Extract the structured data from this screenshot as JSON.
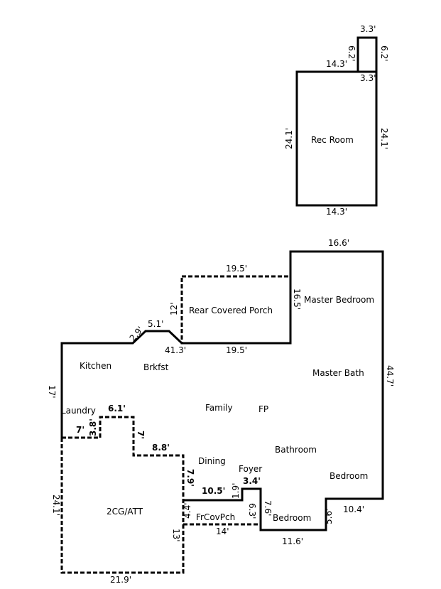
{
  "rooms": {
    "rec_room": "Rec Room",
    "rear_covered_porch": "Rear Covered Porch",
    "master_bedroom": "Master Bedroom",
    "kitchen": "Kitchen",
    "brkfst": "Brkfst",
    "master_bath": "Master Bath",
    "laundry": "Laundry",
    "family": "Family",
    "fp": "FP",
    "bathroom": "Bathroom",
    "dining": "Dining",
    "foyer": "Foyer",
    "bedroom_right": "Bedroom",
    "garage": "2CG/ATT",
    "front_covered_porch": "FrCovPch",
    "bedroom_front": "Bedroom"
  },
  "dimensions": {
    "rec_small_top": "3.3'",
    "rec_small_left": "6.2'",
    "rec_small_right": "6.2'",
    "rec_small_bottom": "3.3'",
    "rec_top": "14.3'",
    "rec_left": "24.1'",
    "rec_right": "24.1'",
    "rec_bottom": "14.3'",
    "master_top": "16.6'",
    "porch_top": "19.5'",
    "porch_left": "12'",
    "porch_right": "16.5'",
    "porch_bottom": "19.5'",
    "bay_side": "2.9'",
    "bay_top": "5.1'",
    "rear_wall": "41.3'",
    "right_wall": "44.7'",
    "left_wall": "17'",
    "laundry_ledge": "6.1'",
    "laundry_bottom": "7'",
    "laundry_step": "3.8'",
    "garage_step": "7'",
    "garage_ledge": "8.8'",
    "garage_left": "24.1'",
    "garage_right": "13'",
    "garage_bottom": "21.9'",
    "dining_side": "7.9'",
    "dining_bottom": "10.5'",
    "foyer_side": "1.9'",
    "foyer_top": "3.4'",
    "porch_front_left": "4.4'",
    "porch_front_right": "6.3'",
    "porch_front_bottom": "14'",
    "bedroom_left": "7.6'",
    "bedroom_bottom": "11.6'",
    "bedroom_right_step": "5.6'",
    "bedroom_ledge": "10.4'"
  }
}
